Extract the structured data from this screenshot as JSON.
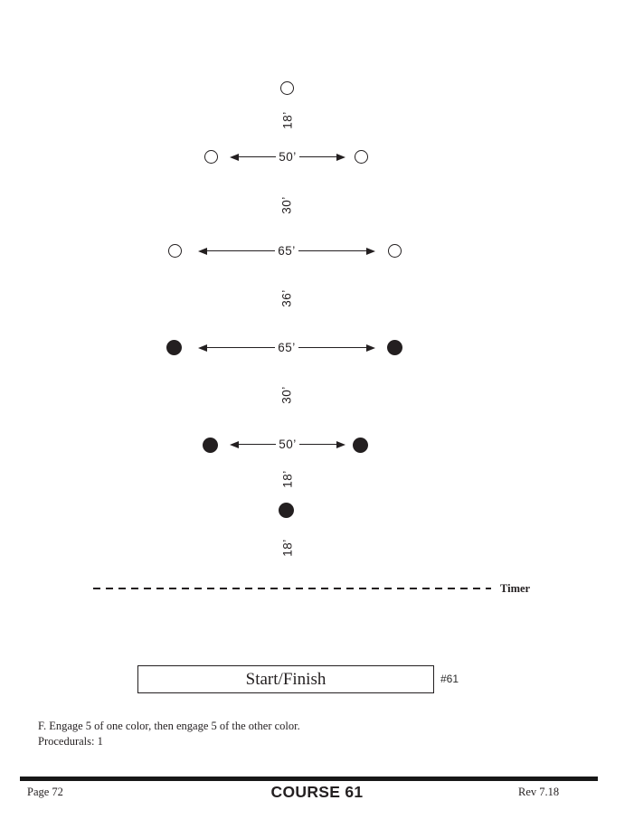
{
  "colors": {
    "ink": "#231f20",
    "background": "#ffffff"
  },
  "diagram": {
    "top_target": {
      "type": "open"
    },
    "bottom_target": {
      "type": "filled"
    },
    "gaps": [
      {
        "label": "18’"
      },
      {
        "label": "30’"
      },
      {
        "label": "36’"
      },
      {
        "label": "30’"
      },
      {
        "label": "18’"
      },
      {
        "label": "18’"
      }
    ],
    "rows": [
      {
        "distance_label": "50’",
        "target_type": "open"
      },
      {
        "distance_label": "65’",
        "target_type": "open"
      },
      {
        "distance_label": "65’",
        "target_type": "filled"
      },
      {
        "distance_label": "50’",
        "target_type": "filled"
      }
    ],
    "timer_label": "Timer"
  },
  "start_finish": {
    "label": "Start/Finish",
    "stage_number": "#61"
  },
  "notes": {
    "line1": "F. Engage 5 of one color, then engage 5 of the other color.",
    "line2": "Procedurals: 1"
  },
  "footer": {
    "page": "Page 72",
    "course": "COURSE 61",
    "revision": "Rev 7.18"
  }
}
